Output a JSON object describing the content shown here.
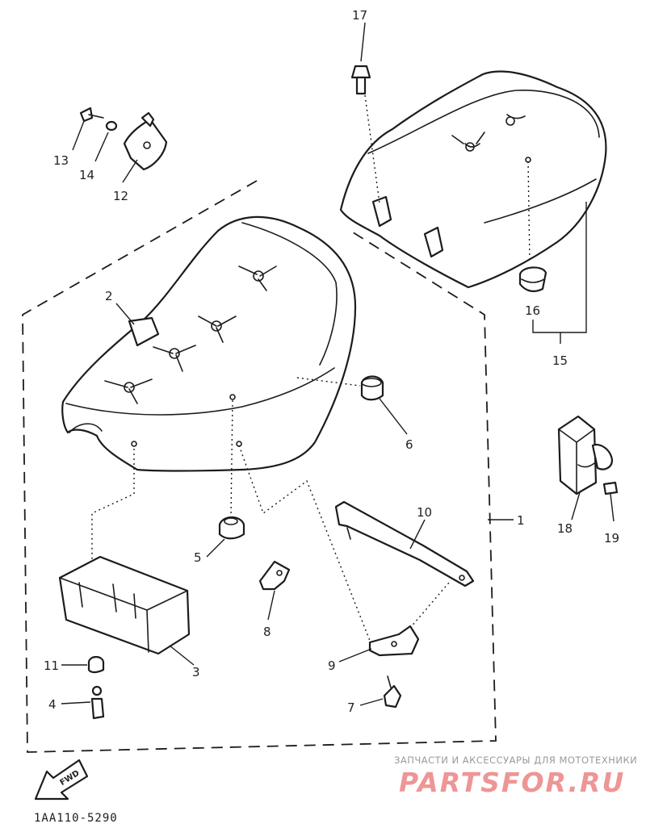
{
  "diagram": {
    "drawing_number": "1AA110-5290",
    "fwd_marker": "FWD",
    "parts": [
      {
        "ref": "1"
      },
      {
        "ref": "2"
      },
      {
        "ref": "3"
      },
      {
        "ref": "4"
      },
      {
        "ref": "5"
      },
      {
        "ref": "6"
      },
      {
        "ref": "7"
      },
      {
        "ref": "8"
      },
      {
        "ref": "9"
      },
      {
        "ref": "10"
      },
      {
        "ref": "11"
      },
      {
        "ref": "12"
      },
      {
        "ref": "13"
      },
      {
        "ref": "14"
      },
      {
        "ref": "15"
      },
      {
        "ref": "16"
      },
      {
        "ref": "17"
      },
      {
        "ref": "18"
      },
      {
        "ref": "19"
      }
    ]
  },
  "watermark": {
    "top_text": "ЗАПЧАСТИ И АКСЕССУАРЫ ДЛЯ МОТОТЕХНИКИ",
    "logo_text": "PARTSFOR.RU",
    "logo_color": "#e03e3e"
  }
}
